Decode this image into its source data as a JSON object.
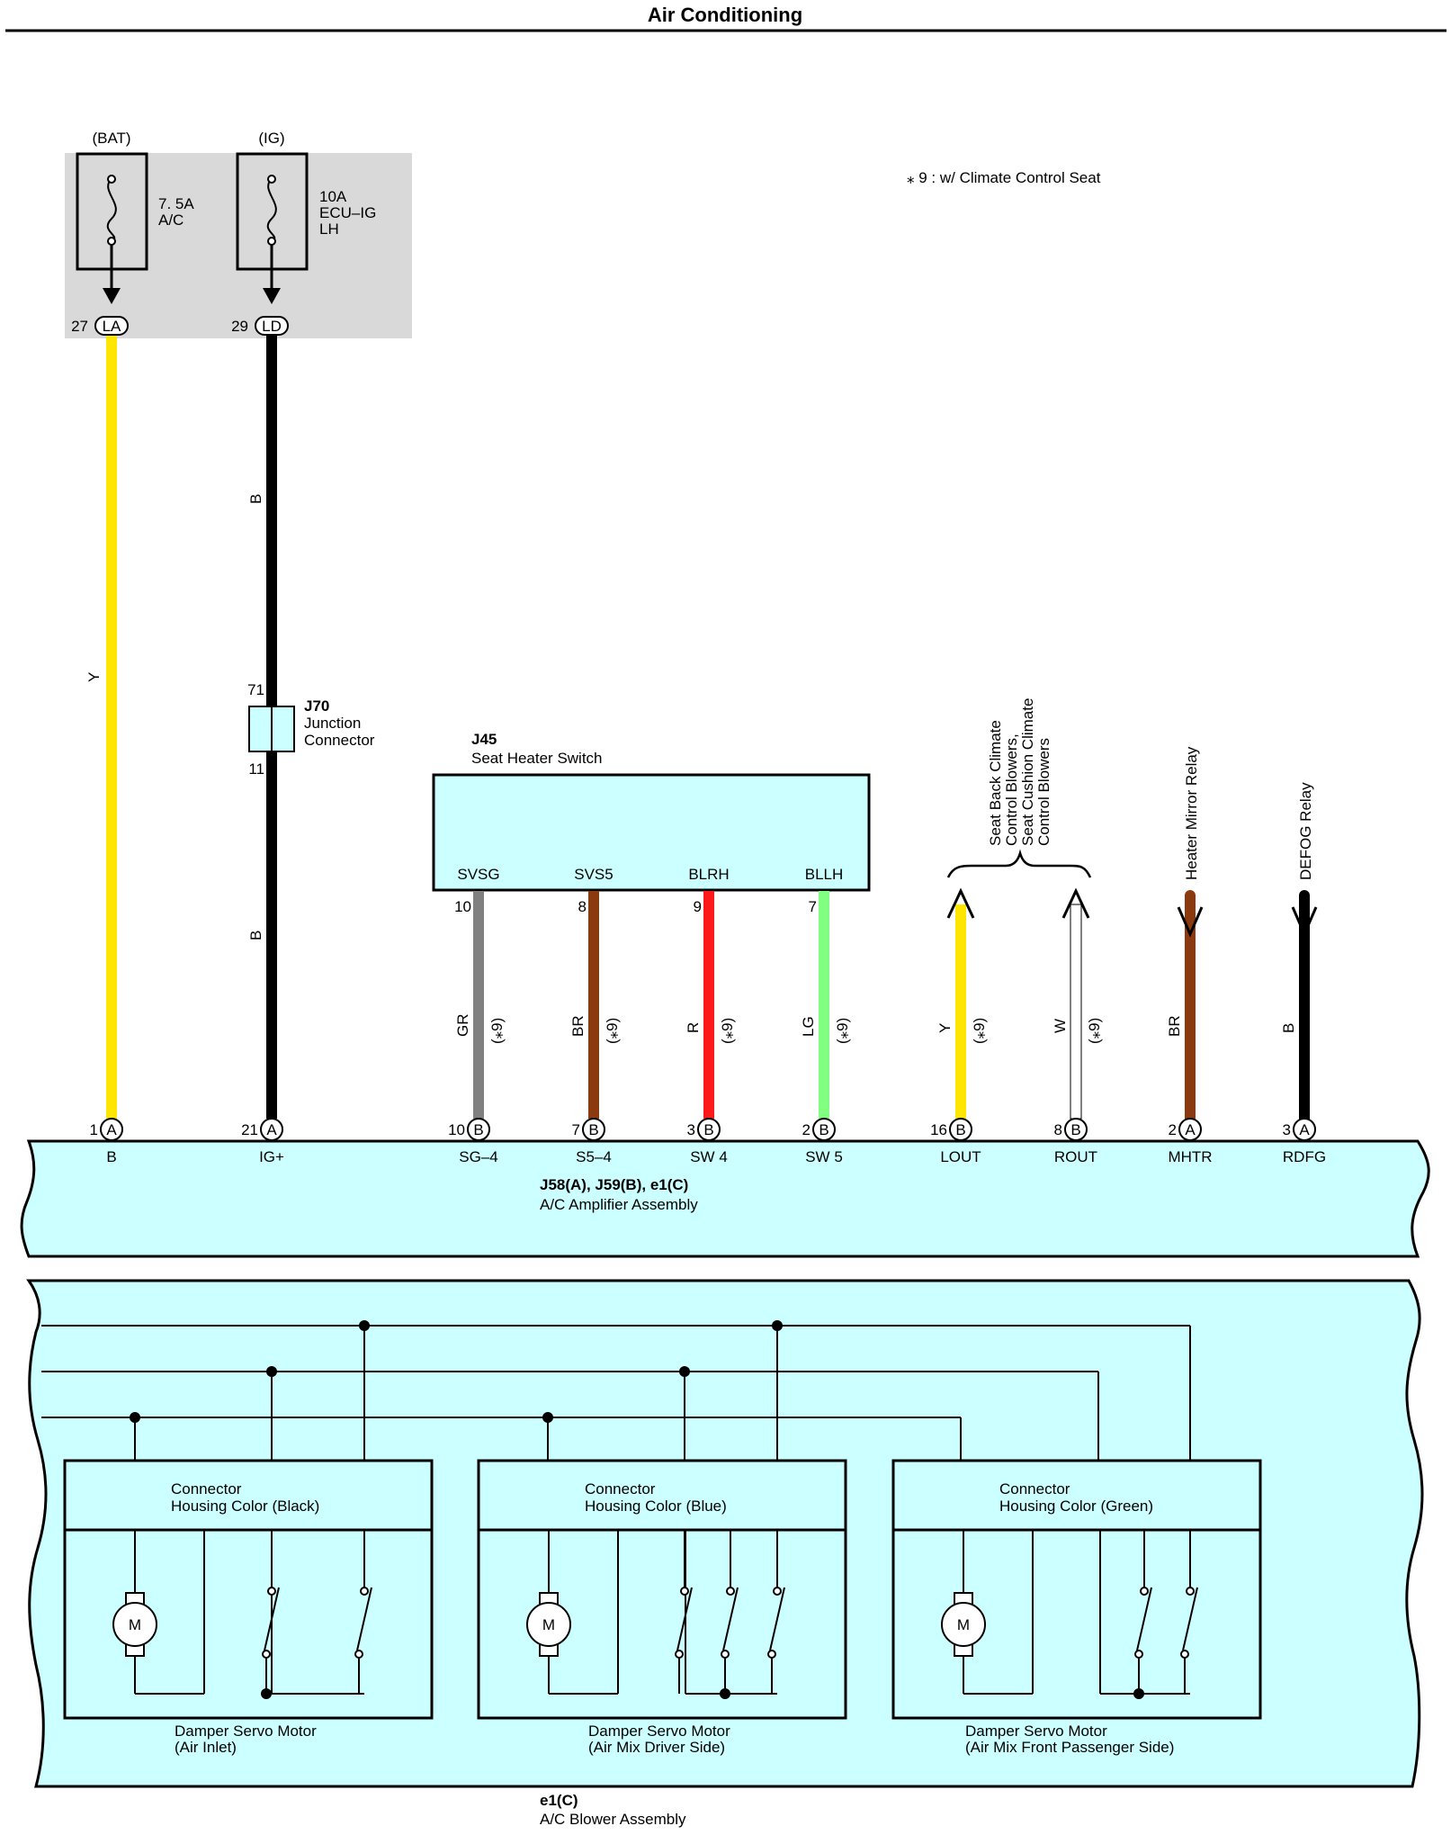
{
  "page_title": "Air Conditioning",
  "note": "⁎ 9 : w/ Climate Control Seat",
  "fuses": [
    {
      "source": "(BAT)",
      "rating": "7. 5A",
      "name": "A/C",
      "name2": "",
      "pin": "27",
      "conn": "LA"
    },
    {
      "source": "(IG)",
      "rating": "10A",
      "name": "ECU–IG",
      "name2": "LH",
      "pin": "29",
      "conn": "LD"
    }
  ],
  "wires_upper": {
    "y_wire": "Y",
    "b_wire_1": "B",
    "b_wire_2": "B"
  },
  "junction": {
    "id": "J70",
    "name_line1": "Junction",
    "name_line2": "Connector",
    "pin_top": "71",
    "pin_bottom": "11"
  },
  "seat_switch": {
    "id": "J45",
    "name": "Seat Heater Switch",
    "terminals": [
      {
        "label": "SVSG",
        "pin": "10"
      },
      {
        "label": "SVS5",
        "pin": "8"
      },
      {
        "label": "BLRH",
        "pin": "9"
      },
      {
        "label": "BLLH",
        "pin": "7"
      }
    ]
  },
  "amp_wires": [
    {
      "color_code": "Y",
      "note": "",
      "pin": "1",
      "conn": "A",
      "terminal": "B",
      "hex": "#ffe600"
    },
    {
      "color_code": "B",
      "note": "",
      "pin": "21",
      "conn": "A",
      "terminal": "IG+",
      "hex": "#000000"
    },
    {
      "color_code": "GR",
      "note": "(⁎9)",
      "pin": "10",
      "conn": "B",
      "terminal": "SG–4",
      "hex": "#808080"
    },
    {
      "color_code": "BR",
      "note": "(⁎9)",
      "pin": "7",
      "conn": "B",
      "terminal": "S5–4",
      "hex": "#8b3a0f"
    },
    {
      "color_code": "R",
      "note": "(⁎9)",
      "pin": "3",
      "conn": "B",
      "terminal": "SW 4",
      "hex": "#ff1a1a"
    },
    {
      "color_code": "LG",
      "note": "(⁎9)",
      "pin": "2",
      "conn": "B",
      "terminal": "SW 5",
      "hex": "#80ff80"
    },
    {
      "color_code": "Y",
      "note": "(⁎9)",
      "pin": "16",
      "conn": "B",
      "terminal": "LOUT",
      "hex": "#ffe600"
    },
    {
      "color_code": "W",
      "note": "(⁎9)",
      "pin": "8",
      "conn": "B",
      "terminal": "ROUT",
      "hex": "#ffffff"
    },
    {
      "color_code": "BR",
      "note": "",
      "pin": "2",
      "conn": "A",
      "terminal": "MHTR",
      "hex": "#8b3a0f"
    },
    {
      "color_code": "B",
      "note": "",
      "pin": "3",
      "conn": "A",
      "terminal": "RDFG",
      "hex": "#000000"
    }
  ],
  "destinations": {
    "seat_blowers": [
      "Seat Back Climate",
      "Control Blowers,",
      "Seat Cushion Climate",
      "Control Blowers"
    ],
    "heater_mirror": "Heater Mirror Relay",
    "defog": "DEFOG Relay"
  },
  "amplifier": {
    "ids": "J58(A), J59(B), e1(C)",
    "name": "A/C Amplifier Assembly"
  },
  "motors": [
    {
      "housing_line1": "Connector",
      "housing_line2": "Housing Color (Black)",
      "name_line1": "Damper Servo Motor",
      "name_line2": "(Air Inlet)",
      "motor_symbol": "M"
    },
    {
      "housing_line1": "Connector",
      "housing_line2": "Housing Color (Blue)",
      "name_line1": "Damper Servo Motor",
      "name_line2": "(Air Mix Driver Side)",
      "motor_symbol": "M"
    },
    {
      "housing_line1": "Connector",
      "housing_line2": "Housing Color (Green)",
      "name_line1": "Damper Servo Motor",
      "name_line2": "(Air Mix Front Passenger Side)",
      "motor_symbol": "M"
    }
  ],
  "blower": {
    "id": "e1(C)",
    "name": "A/C Blower Assembly"
  },
  "colors": {
    "module_fill": "#ccffff",
    "fuse_box_fill": "#d9d9d9"
  }
}
